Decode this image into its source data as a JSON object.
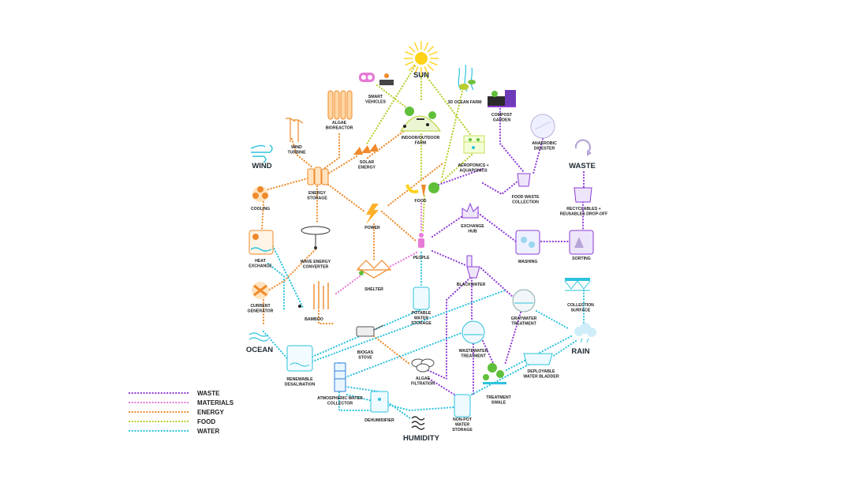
{
  "colors": {
    "waste": "#8e3bd6",
    "materials": "#e77ad6",
    "energy": "#f08a2a",
    "food": "#b9cd2c",
    "water": "#2cc3dd",
    "sun": "#ffd21a"
  },
  "legend": [
    {
      "label": "WASTE",
      "color": "#8e3bd6"
    },
    {
      "label": "MATERIALS",
      "color": "#e77ad6"
    },
    {
      "label": "ENERGY",
      "color": "#f08a2a"
    },
    {
      "label": "FOOD",
      "color": "#b9cd2c"
    },
    {
      "label": "WATER",
      "color": "#2cc3dd"
    }
  ],
  "major": {
    "sun": "SUN",
    "wind": "WIND",
    "waste": "WASTE",
    "ocean": "OCEAN",
    "rain": "RAIN",
    "humidity": "HUMIDITY"
  },
  "nodes": {
    "smart_vehicles": [
      "SMART",
      "VEHICLES"
    ],
    "ocean_farm": [
      "3D OCEAN FARM"
    ],
    "algae_bioreactor": [
      "ALGAE",
      "BIOREACTOR"
    ],
    "indoor_farm": [
      "INDOOR/OUTDOOR",
      "FARM"
    ],
    "compost_garden": [
      "COMPOST",
      "GARDEN"
    ],
    "wind_turbine": [
      "WIND",
      "TURBINE"
    ],
    "solar_energy": [
      "SOLAR",
      "ENERGY"
    ],
    "anaerobic_digester": [
      "ANAEROBIC",
      "DIGESTER"
    ],
    "aeroponics": [
      "AEROPONICS +",
      "AQUAPONICS"
    ],
    "energy_storage": [
      "ENERGY",
      "STORAGE"
    ],
    "food": [
      "FOOD"
    ],
    "food_waste": [
      "FOOD WASTE",
      "COLLECTION"
    ],
    "recyclables": [
      "RECYCLABLES +",
      "REUSABLES DROP-OFF"
    ],
    "cooling": [
      "COOLING"
    ],
    "power": [
      "POWER"
    ],
    "exchange_hub": [
      "EXCHANGE",
      "HUB"
    ],
    "heat_exchange": [
      "HEAT",
      "EXCHANGE"
    ],
    "wave_energy": [
      "WAVE ENERGY",
      "CONVERTER"
    ],
    "people": [
      "PEOPLE"
    ],
    "washing": [
      "WASHING"
    ],
    "sorting": [
      "SORTING"
    ],
    "shelter": [
      "SHELTER"
    ],
    "blackwater": [
      "BLACKWATER"
    ],
    "current_generator": [
      "CURRENT",
      "GENERATOR"
    ],
    "bamboo": [
      "BAMBOO"
    ],
    "potable_storage": [
      "POTABLE",
      "WATER",
      "STORAGE"
    ],
    "graywater": [
      "GRAYWATER",
      "TREATMENT"
    ],
    "collection_surface": [
      "COLLECTION",
      "SURFACE"
    ],
    "biogas_stove": [
      "BIOGAS",
      "STOVE"
    ],
    "wastewater": [
      "WASTEWATER",
      "TREATMENT"
    ],
    "renewable_desal": [
      "RENEWABLE",
      "DESALINATION"
    ],
    "algae_filtration": [
      "ALGAE",
      "FILTRATION"
    ],
    "bladder": [
      "DEPLOYABLE",
      "WATER BLADDER"
    ],
    "treatment_swale": [
      "TREATMENT",
      "SWALE"
    ],
    "atmospheric": [
      "ATMOSPHERIC WATER",
      "COLLECTOR"
    ],
    "dehumidifier": [
      "DEHUMIDIFIER"
    ],
    "nonpot_storage": [
      "NON-POT",
      "WATER",
      "STORAGE"
    ]
  }
}
